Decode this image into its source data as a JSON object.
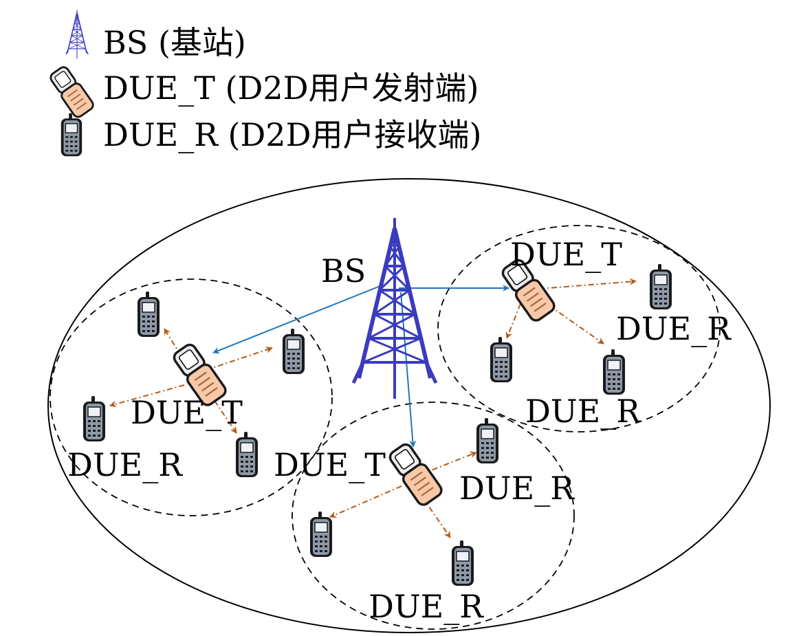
{
  "legend": {
    "bs_label": "BS (基站)",
    "tx_label": "DUE_T (D2D用户发射端)",
    "rx_label": "DUE_R (D2D用户接收端)"
  },
  "labels": {
    "bs": "BS",
    "left_tx": "DUE_T",
    "left_rx_a": "DUE_R",
    "left_rx_b": "DUE_T",
    "right_tx": "DUE_T",
    "right_rx_a": "DUE_R",
    "right_rx_b": "DUE_R",
    "bottom_rx_a": "DUE_R",
    "bottom_rx_b": "DUE_R"
  },
  "colors": {
    "tower": "#3b3bbf",
    "bs_link": "#1f77c0",
    "d2d_link": "#b35a18",
    "tx_phone": "#f7c9a8",
    "rx_phone": "#7b8696"
  },
  "icons": {
    "base_station": "tower-icon",
    "transmitter": "flip-phone-icon",
    "receiver": "bar-phone-icon"
  }
}
